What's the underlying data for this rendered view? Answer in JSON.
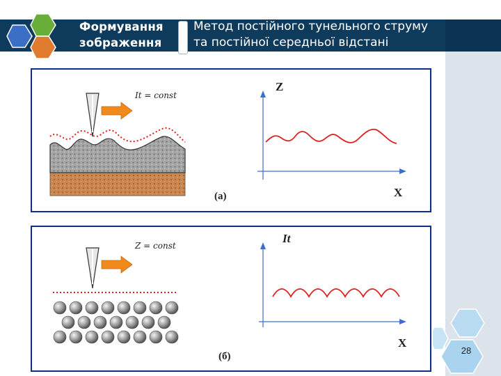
{
  "header": {
    "section_line1": "Формування",
    "section_line2": "зображення",
    "title_line1": "Метод постійного тунельного струму",
    "title_line2": "та постійної середньої відстані"
  },
  "panel_a": {
    "tip_label": "It = const",
    "axis_y": "Z",
    "axis_x": "X",
    "caption": "(а)"
  },
  "panel_b": {
    "tip_label": "Z = const",
    "axis_y": "It",
    "axis_x": "X",
    "caption": "(б)"
  },
  "page_number": "28",
  "colors": {
    "header": "#0e3a5c",
    "hex_blue": "#3b6fc6",
    "hex_green": "#6aae3a",
    "hex_orange": "#e07b2f",
    "curve": "#e02020",
    "panel_border": "#0d2d8a",
    "arrow": "#f08a1c"
  }
}
